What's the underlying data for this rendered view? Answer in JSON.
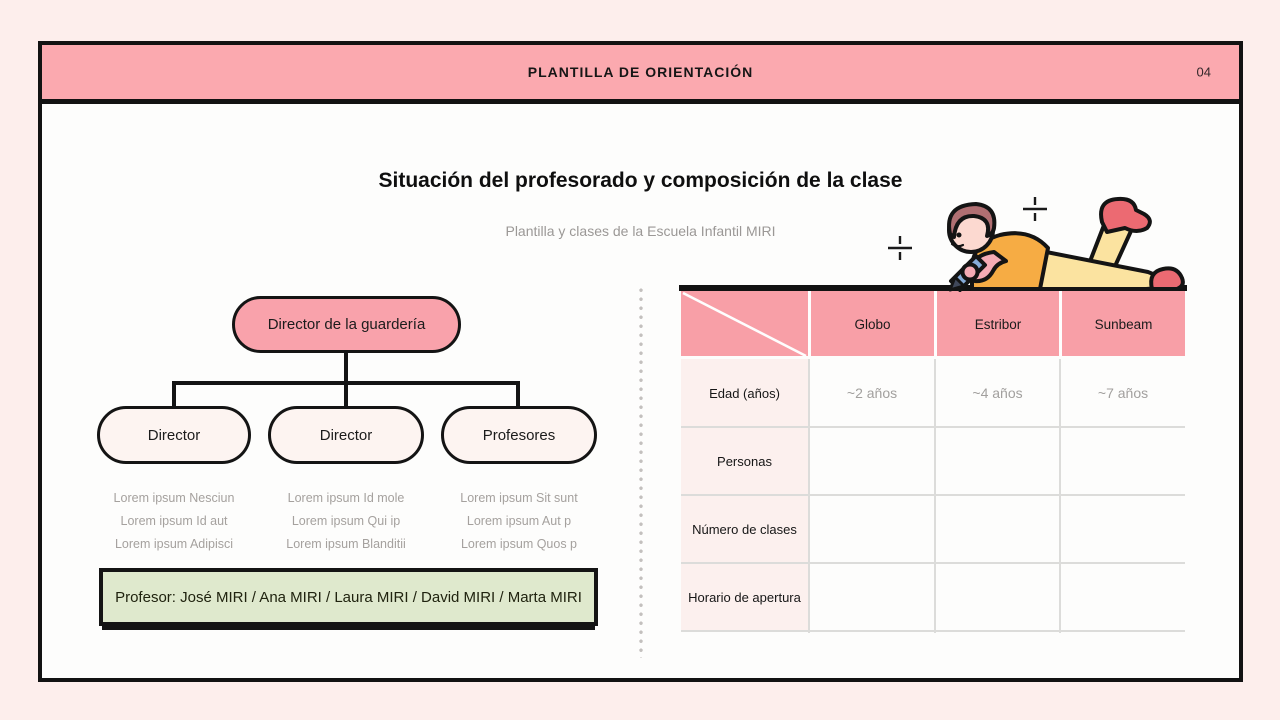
{
  "slide": {
    "header": {
      "title": "PLANTILLA DE ORIENTACIÓN",
      "page_number": "04"
    },
    "title": "Situación del profesorado y composición de la clase",
    "subtitle": "Plantilla y clases de la Escuela Infantil MIRI"
  },
  "orgchart": {
    "root": {
      "label": "Director de la guardería"
    },
    "children": [
      {
        "label": "Director",
        "notes": [
          "Lorem ipsum Nesciun",
          "Lorem ipsum Id aut",
          "Lorem ipsum Adipisci"
        ]
      },
      {
        "label": "Director",
        "notes": [
          "Lorem ipsum Id mole",
          "Lorem ipsum Qui ip",
          "Lorem ipsum Blanditii"
        ]
      },
      {
        "label": "Profesores",
        "notes": [
          "Lorem ipsum Sit sunt",
          "Lorem ipsum Aut p",
          "Lorem ipsum Quos p"
        ]
      }
    ]
  },
  "teachers_box": {
    "text": "Profesor: José MIRI / Ana MIRI / Laura MIRI / David MIRI / Marta MIRI"
  },
  "class_table": {
    "columns": [
      "Globo",
      "Estribor",
      "Sunbeam"
    ],
    "rows": [
      {
        "label": "Edad (años)",
        "values": [
          "~2 años",
          "~4 años",
          "~7 años"
        ]
      },
      {
        "label": "Personas",
        "values": [
          "",
          "",
          ""
        ]
      },
      {
        "label": "Número de clases",
        "values": [
          "",
          "",
          ""
        ]
      },
      {
        "label": "Horario de apertura",
        "values": [
          "",
          "",
          ""
        ]
      }
    ]
  },
  "decor": {
    "illustration": "child-lying-writing",
    "crosshair_marks": 2
  },
  "colors": {
    "outer_background": "#fdeeec",
    "header_pink": "#fba9af",
    "table_header_pink": "#f89fa7",
    "root_pill_pink": "#f9a2ab",
    "light_pink_cell": "#fcf0ee",
    "green_box": "#dfe9cd",
    "grid_gray": "#dcdcda",
    "muted_text": "#a2a09e"
  }
}
